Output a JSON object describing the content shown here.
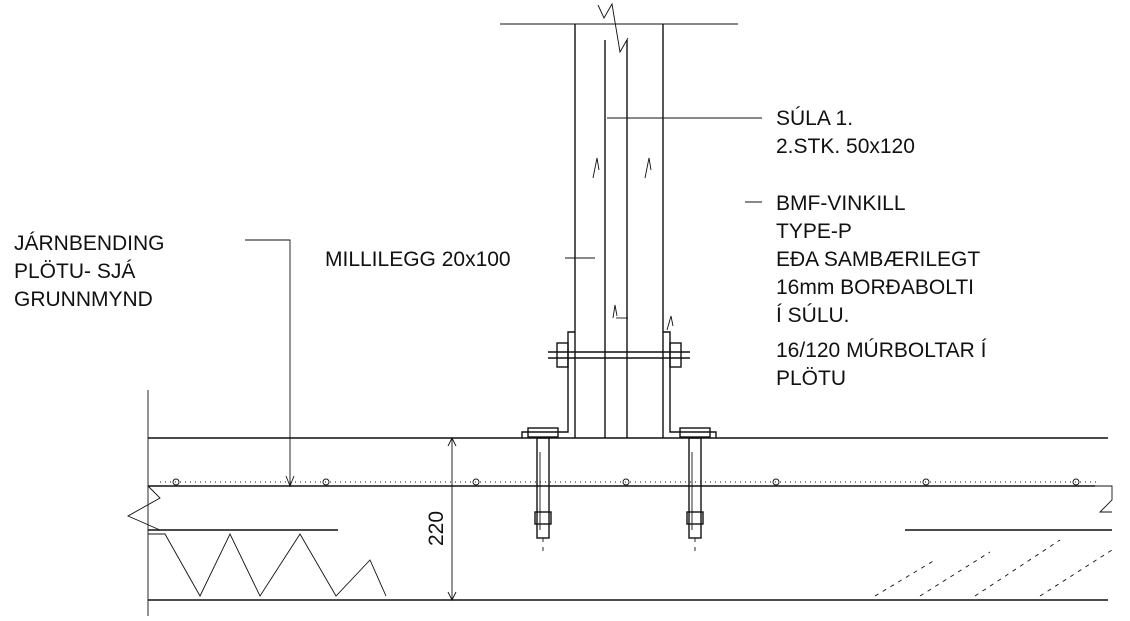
{
  "labels": {
    "column": [
      "SÚLA 1.",
      "2.STK. 50x120"
    ],
    "bracket": [
      "BMF-VINKILL",
      "TYPE-P",
      "EÐA SAMBÆRILEGT",
      "16mm BORÐABOLTI",
      "Í SÚLU.",
      "16/120 MÚRBOLTAR Í",
      "PLÖTU"
    ],
    "shim": "MILLILEGG 20x100",
    "rebar": [
      "JÁRNBENDING",
      "PLÖTU- SJÁ",
      "GRUNNMYND"
    ],
    "dimension": "220"
  },
  "colors": {
    "ink": "#111111",
    "paper": "#ffffff"
  }
}
